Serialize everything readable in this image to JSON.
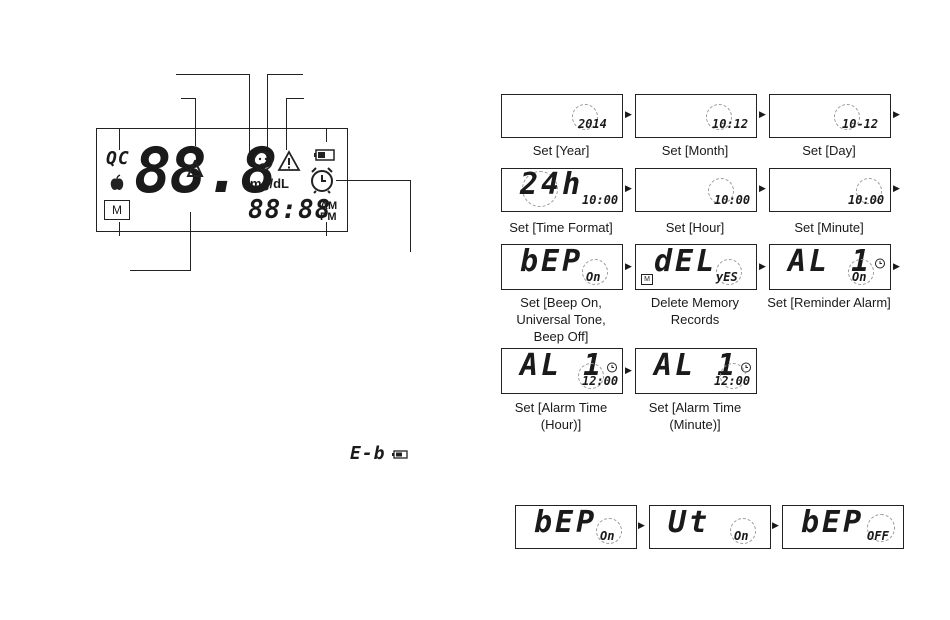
{
  "lcd": {
    "qc": "QC",
    "big_digits": "88.8",
    "unit": "mg/dL",
    "time_digits": "88:88",
    "am": "AM",
    "pm": "PM",
    "memory_icon": "M",
    "icons": [
      "apple-icon",
      "smiley-icon",
      "warning-icon",
      "battery-icon",
      "alarm-clock-icon",
      "memory-icon",
      "drop-icon"
    ]
  },
  "error_code": "E-b",
  "steps": [
    {
      "main": "",
      "sub": "2014",
      "caption": "Set [Year]",
      "arrow": true
    },
    {
      "main": "",
      "sub": "10:12",
      "caption": "Set [Month]",
      "arrow": true
    },
    {
      "main": "",
      "sub": "10-12",
      "caption": "Set [Day]",
      "arrow": true
    },
    {
      "main": "24h",
      "sub": "10:00",
      "caption": "Set [Time Format]",
      "arrow": true
    },
    {
      "main": "",
      "sub": "10:00",
      "caption": "Set [Hour]",
      "arrow": true
    },
    {
      "main": "",
      "sub": "10:00",
      "caption": "Set [Minute]",
      "arrow": true
    },
    {
      "main": "bEP",
      "sub": "On",
      "caption_lines": [
        "Set [Beep On,",
        "Universal Tone,",
        "Beep Off]"
      ],
      "arrow": true
    },
    {
      "main": "dEL",
      "sub": "yES",
      "caption_lines": [
        "Delete Memory",
        "Records"
      ],
      "arrow": true,
      "memory": "M"
    },
    {
      "main": "AL 1",
      "sub": "On",
      "caption": "Set [Reminder Alarm]",
      "arrow": true,
      "alarm": true
    },
    {
      "main": "AL 1",
      "sub": "12:00",
      "caption_lines": [
        "Set [Alarm Time",
        "(Hour)]"
      ],
      "arrow": false,
      "alarm": true
    },
    {
      "main": "AL 1",
      "sub": "12:00",
      "caption_lines": [
        "Set [Alarm Time",
        "(Minute)]"
      ],
      "arrow": false,
      "alarm": true
    }
  ],
  "beep_row": [
    {
      "main": "bEP",
      "sub": "On"
    },
    {
      "main": "Ut",
      "sub": "On"
    },
    {
      "main": "bEP",
      "sub": "OFF"
    }
  ]
}
